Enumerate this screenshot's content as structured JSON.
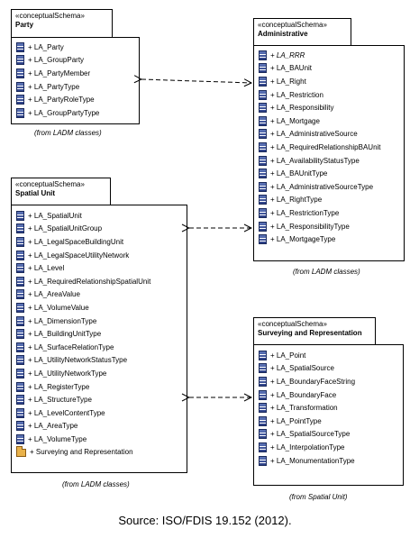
{
  "packages": {
    "party": {
      "stereotype": "«conceptualSchema»",
      "name": "Party",
      "items": [
        "+ LA_Party",
        "+ LA_GroupParty",
        "+ LA_PartyMember",
        "+ LA_PartyType",
        "+ LA_PartyRoleType",
        "+ LA_GroupPartyType"
      ],
      "from": "(from LADM classes)"
    },
    "administrative": {
      "stereotype": "«conceptualSchema»",
      "name": "Administrative",
      "items": [
        "+ LA_RRR",
        "+ LA_BAUnit",
        "+ LA_Right",
        "+ LA_Restriction",
        "+ LA_Responsibility",
        "+ LA_Mortgage",
        "+ LA_AdministrativeSource",
        "+ LA_RequiredRelationshipBAUnit",
        "+ LA_AvailabilityStatusType",
        "+ LA_BAUnitType",
        "+ LA_AdministrativeSourceType",
        "+ LA_RightType",
        "+ LA_RestrictionType",
        "+ LA_ResponsibilityType",
        "+ LA_MortgageType"
      ],
      "from": "(from LADM classes)"
    },
    "spatial": {
      "stereotype": "«conceptualSchema»",
      "name": "Spatial Unit",
      "items": [
        "+ LA_SpatialUnit",
        "+ LA_SpatialUnitGroup",
        "+ LA_LegalSpaceBuildingUnit",
        "+ LA_LegalSpaceUtilityNetwork",
        "+ LA_Level",
        "+ LA_RequiredRelationshipSpatialUnit",
        "+ LA_AreaValue",
        "+ LA_VolumeValue",
        "+ LA_DimensionType",
        "+ LA_BuildingUnitType",
        "+ LA_SurfaceRelationType",
        "+ LA_UtilityNetworkStatusType",
        "+ LA_UtilityNetworkType",
        "+ LA_RegisterType",
        "+ LA_StructureType",
        "+ LA_LevelContentType",
        "+ LA_AreaType",
        "+ LA_VolumeType",
        "+ Surveying and Representation"
      ],
      "from": "(from LADM classes)"
    },
    "surveying": {
      "stereotype": "«conceptualSchema»",
      "name": "Surveying and Representation",
      "items": [
        "+ LA_Point",
        "+ LA_SpatialSource",
        "+ LA_BoundaryFaceString",
        "+ LA_BoundaryFace",
        "+ LA_Transformation",
        "+ LA_PointType",
        "+ LA_SpatialSourceType",
        "+ LA_InterpolationType",
        "+ LA_MonumentationType"
      ],
      "from": "(from Spatial Unit)"
    }
  },
  "caption": "Source: ISO/FDIS 19.152 (2012).",
  "colors": {
    "class_icon": "#2b3f86",
    "folder_icon": "#e9b24a",
    "line": "#000000"
  },
  "icons": {
    "class": "class-icon",
    "package": "folder-icon"
  }
}
